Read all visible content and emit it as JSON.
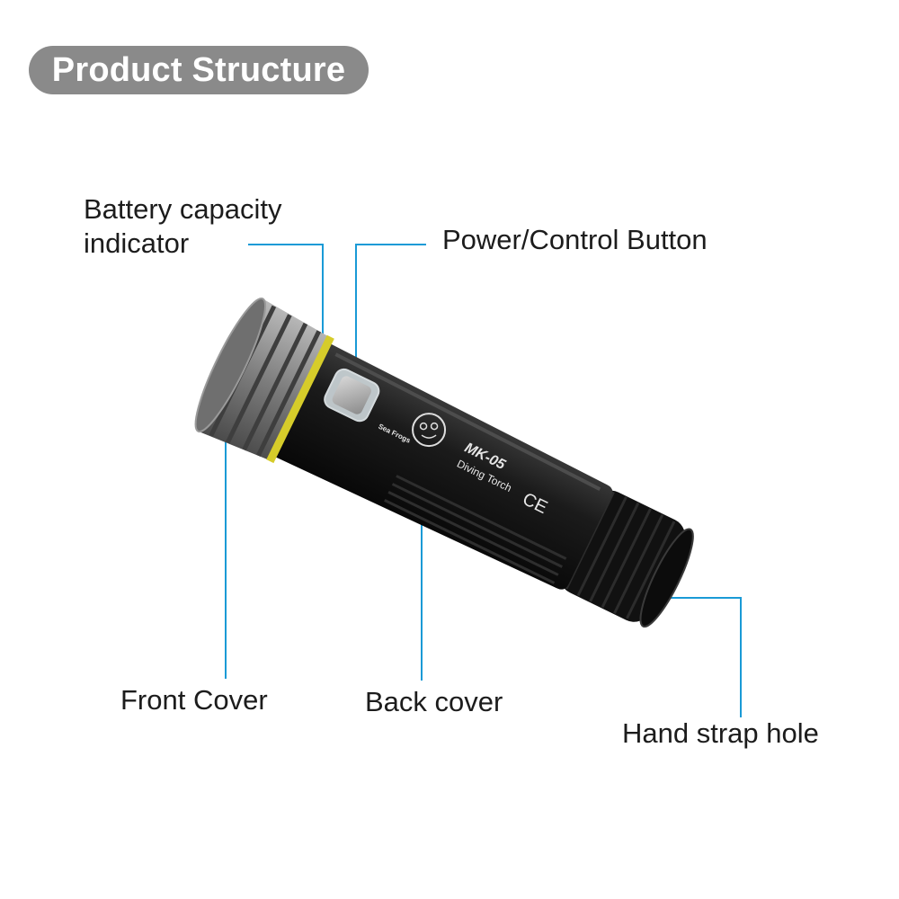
{
  "header": {
    "title": "Product Structure"
  },
  "callouts": {
    "battery_indicator": {
      "line1": "Battery capacity",
      "line2": "indicator"
    },
    "power_button": {
      "label": "Power/Control Button"
    },
    "front_cover": {
      "label": "Front Cover"
    },
    "back_cover": {
      "label": "Back cover"
    },
    "hand_strap_hole": {
      "label": "Hand strap hole"
    }
  },
  "product": {
    "model": "MK-05",
    "name": "Diving Torch",
    "brand": "Sea Frogs",
    "mark": "CE"
  },
  "colors": {
    "leader_line": "#1a9ad6",
    "header_pill": "#8a8a8a",
    "body": "#151515",
    "accent_ring": "#d6cc2a",
    "bezel": "#8c8c8c"
  }
}
